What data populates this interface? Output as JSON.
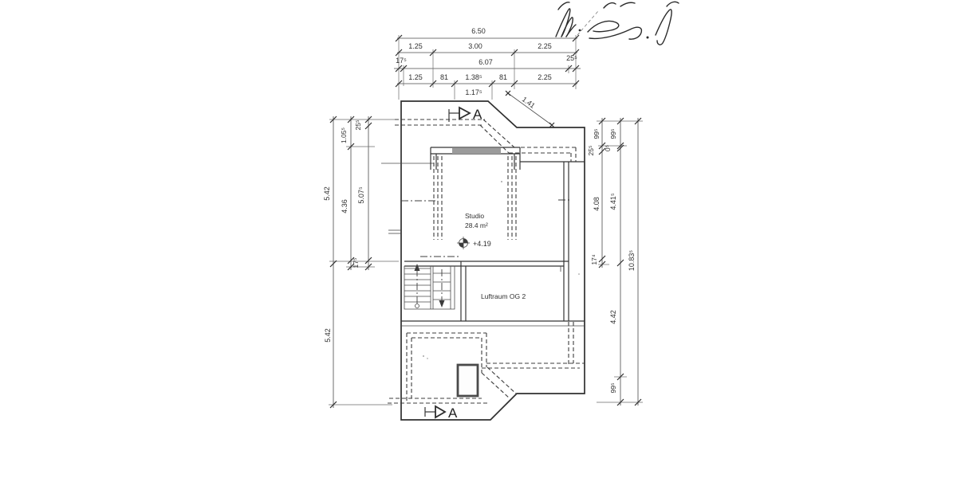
{
  "dimensions": {
    "top": {
      "total": "6.50",
      "row2": [
        "1.25",
        "3.00",
        "2.25"
      ],
      "row3": [
        "17⁵",
        "6.07",
        "25⁵"
      ],
      "row4": [
        "1.25",
        "81",
        "1.38⁵",
        "81",
        "2.25"
      ],
      "sub": "1.17⁵",
      "diagonal": "1.41"
    },
    "left": {
      "outer_top": "5.42",
      "outer_bottom": "5.42",
      "mid_top": "1.05⁵",
      "mid_main": "4.36",
      "mid_bottom": "17⁵",
      "inner_top": "25⁵",
      "inner_main": "5.07⁵"
    },
    "right": {
      "inner": [
        "99⁵",
        "25⁵",
        "4.08",
        "17⁴"
      ],
      "middle": [
        "99⁵",
        "0⁵",
        "4.41⁵",
        "4.42",
        "99⁵"
      ],
      "outer_total": "10.83⁵"
    }
  },
  "rooms": {
    "studio": {
      "name": "Studio",
      "area": "28.4 m²",
      "level": "+4.19"
    },
    "void": {
      "name": "Luftraum OG 2"
    }
  },
  "section": {
    "letter": "A"
  },
  "colors": {
    "ink": "#3c3c3c",
    "paper": "#ffffff",
    "hatch": "#9b9b9b"
  }
}
